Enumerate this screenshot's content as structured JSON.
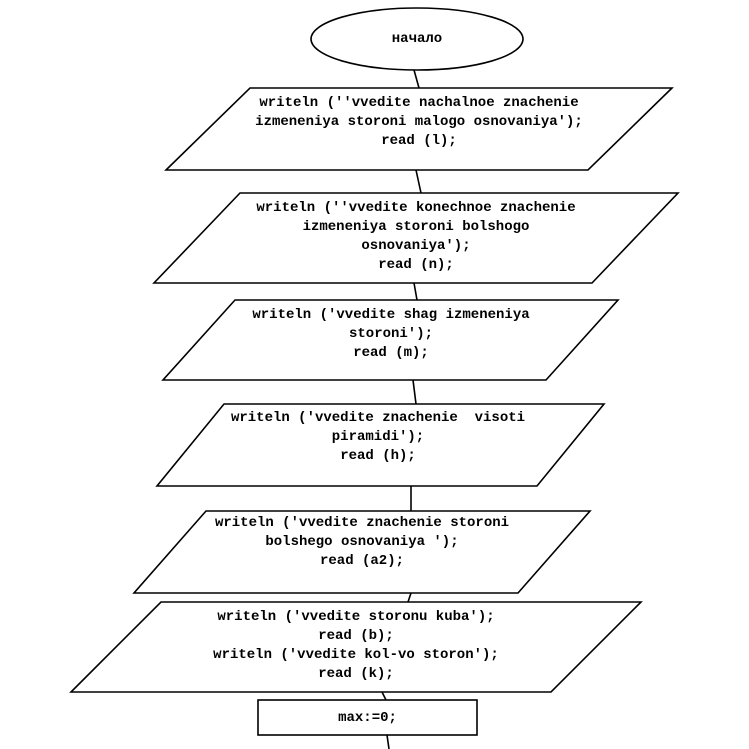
{
  "colors": {
    "background": "#ffffff",
    "stroke": "#000000",
    "text": "#000000"
  },
  "flowchart": {
    "type": "flowchart",
    "start": {
      "shape": "ellipse",
      "label": "начало"
    },
    "steps": [
      {
        "shape": "parallelogram-io",
        "text": "writeln (''vvedite nachalnoe znachenie\nizmeneniya storoni malogo osnovaniya');\nread (l);"
      },
      {
        "shape": "parallelogram-io",
        "text": "writeln (''vvedite konechnoe znachenie\nizmeneniya storoni bolshogo\nosnovaniya');\nread (n);"
      },
      {
        "shape": "parallelogram-io",
        "text": "writeln ('vvedite shag izmeneniya\nstoroni');\nread (m);"
      },
      {
        "shape": "parallelogram-io",
        "text": "writeln ('vvedite znachenie  visoti\npiramidi');\nread (h);"
      },
      {
        "shape": "parallelogram-io",
        "text": "writeln ('vvedite znachenie storoni\nbolshego osnovaniya ');\nread (a2);"
      },
      {
        "shape": "parallelogram-io",
        "text": "writeln ('vvedite storonu kuba');\nread (b);\nwriteln ('vvedite kol-vo storon');\nread (k);"
      },
      {
        "shape": "rectangle-process",
        "text": "max:=0;"
      }
    ]
  }
}
